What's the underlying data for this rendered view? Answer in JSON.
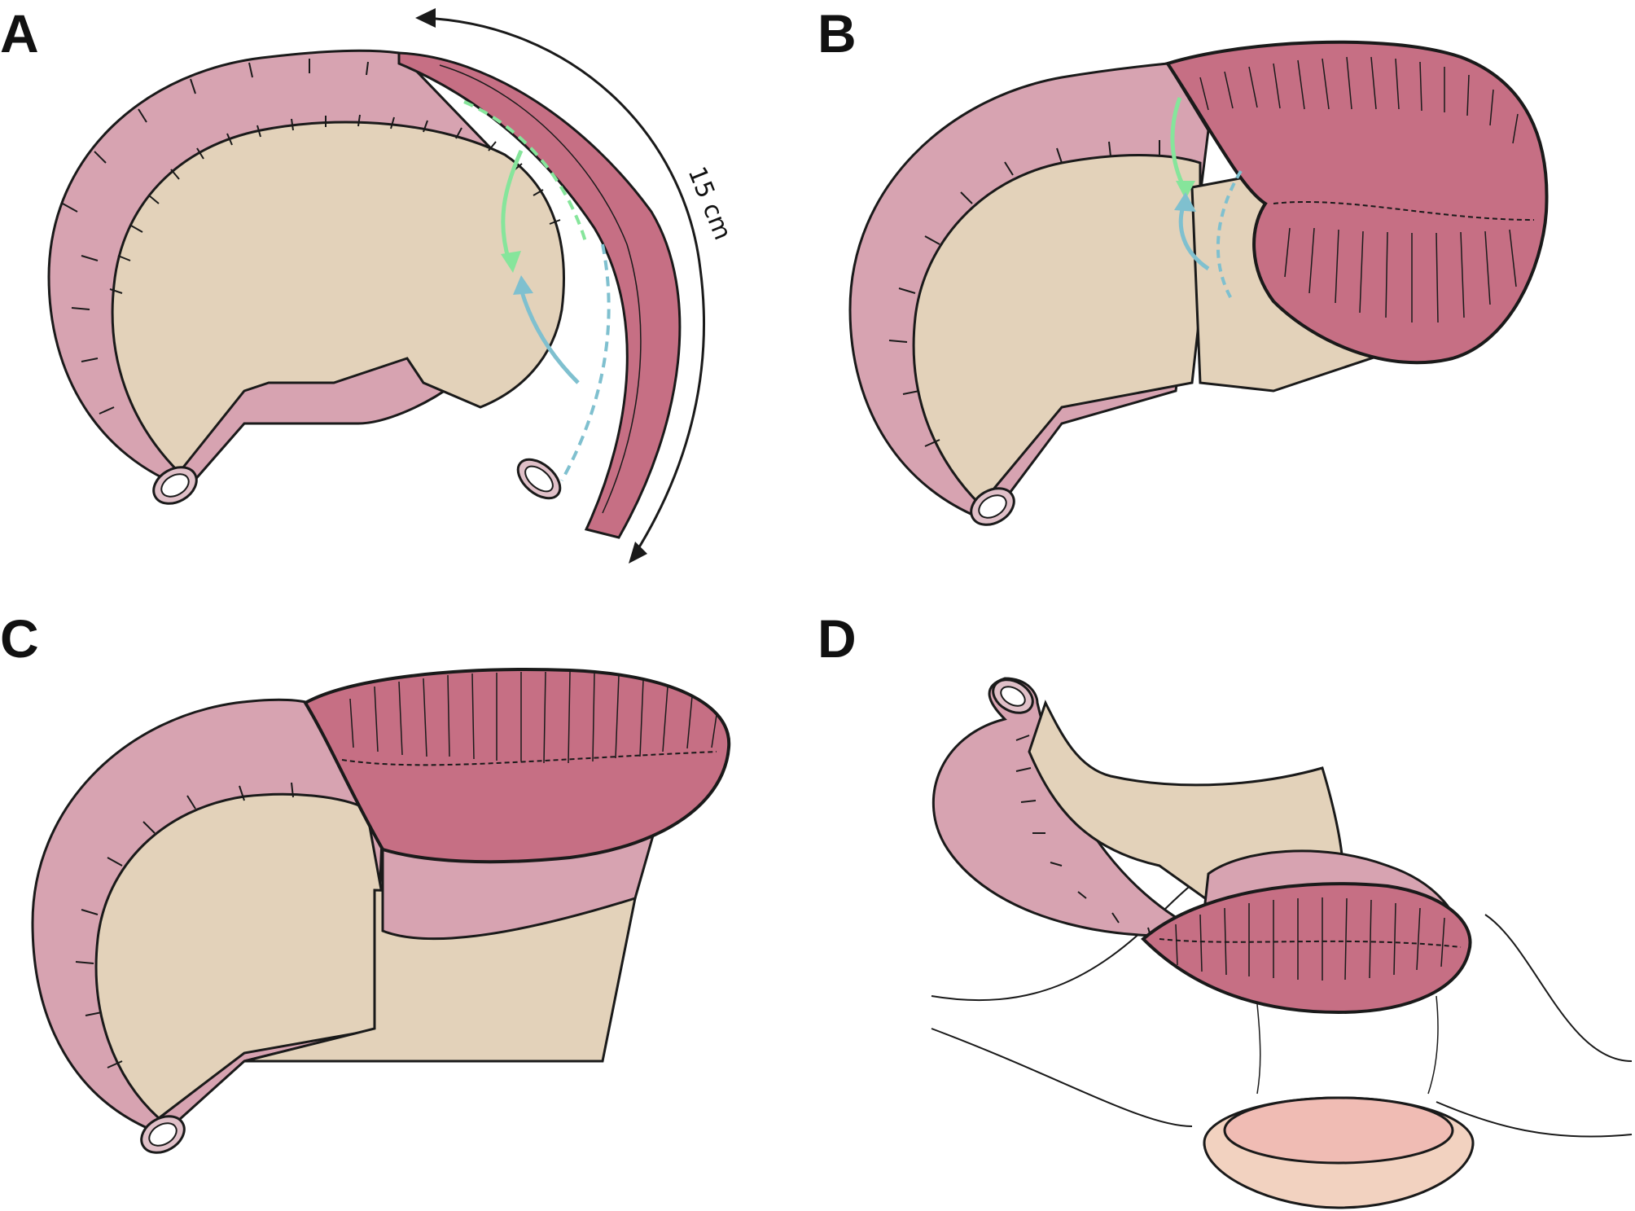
{
  "panels": [
    {
      "label": "A"
    },
    {
      "label": "B"
    },
    {
      "label": "C"
    },
    {
      "label": "D"
    }
  ],
  "measurement": {
    "text": "15 cm"
  },
  "colors": {
    "bowel_wall": "#d7a3b1",
    "mesentery": "#e3d2ba",
    "mucosa": "#c66f84",
    "mucosa_dark": "#b95a70",
    "stoma_pink": "#f0bcb4",
    "stoma_base": "#f2d2c0",
    "green_arrow": "#86e59b",
    "blue_arrow": "#7fc0cf",
    "outline": "#1a1a1a"
  }
}
